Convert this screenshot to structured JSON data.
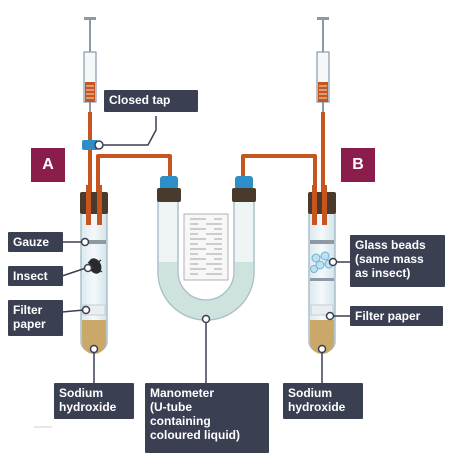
{
  "badges": {
    "left": "A",
    "right": "B"
  },
  "labels": {
    "closed_tap": "Closed tap",
    "gauze": "Gauze",
    "insect": "Insect",
    "filter_paper_left": "Filter\npaper",
    "glass_beads": "Glass beads\n(same mass\nas insect)",
    "filter_paper_right": "Filter paper",
    "sodium_left": "Sodium\nhydroxide",
    "manometer": "Manometer\n(U-tube\ncontaining\ncoloured liquid)",
    "sodium_right": "Sodium\nhydroxide"
  },
  "colors": {
    "tube_orange": "#c6551f",
    "badge": "#8a1d4b",
    "label_bg": "#3b3f52",
    "bung_blue": "#2e8fc8",
    "liquid": "#cfe3de",
    "sodium_hydroxide": "#c9a86a"
  }
}
